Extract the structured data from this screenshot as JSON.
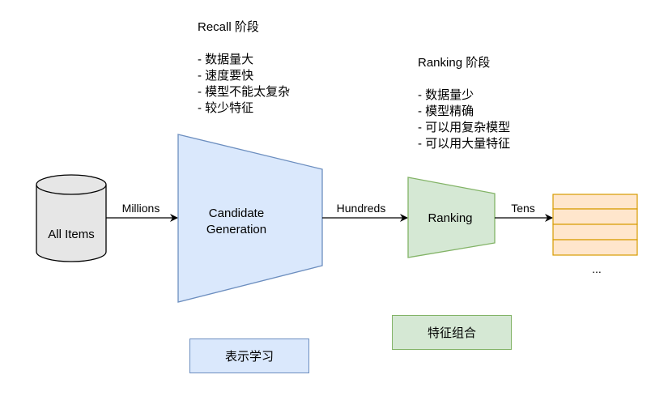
{
  "recall": {
    "title": "Recall 阶段",
    "points": [
      "- 数据量大",
      "- 速度要快",
      "- 模型不能太复杂",
      "- 较少特征"
    ]
  },
  "ranking_notes": {
    "title": "Ranking 阶段",
    "points": [
      "- 数据量少",
      "- 模型精确",
      "- 可以用复杂模型",
      "- 可以用大量特征"
    ]
  },
  "nodes": {
    "all_items": "All Items",
    "candidate_line1": "Candidate",
    "candidate_line2": "Generation",
    "ranking": "Ranking",
    "ellipsis": "..."
  },
  "edges": {
    "millions": "Millions",
    "hundreds": "Hundreds",
    "tens": "Tens"
  },
  "boxes": {
    "representation_learning": "表示学习",
    "feature_combination": "特征组合"
  },
  "colors": {
    "cylinder_fill": "#e6e6e6",
    "cylinder_stroke": "#000000",
    "candidate_fill": "#dae8fc",
    "candidate_stroke": "#6c8ebf",
    "ranking_fill": "#d5e8d4",
    "ranking_stroke": "#82b366",
    "list_fill": "#ffe6cc",
    "list_stroke": "#d79b00"
  }
}
